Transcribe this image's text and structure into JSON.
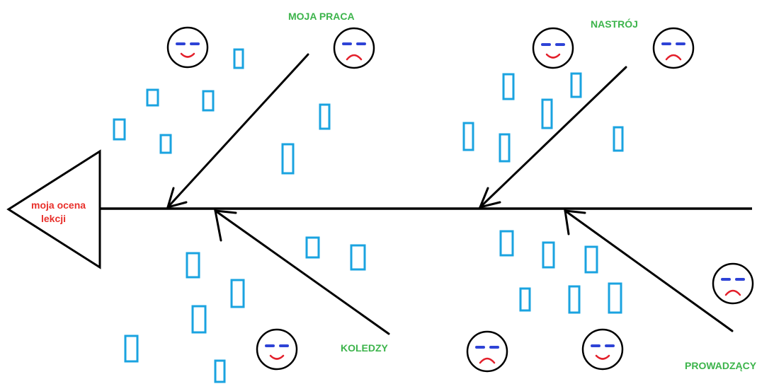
{
  "labels": {
    "head": [
      "moja ocena",
      "lekcji"
    ],
    "moja_praca": "MOJA PRACA",
    "nastroj": "NASTRÓJ",
    "koledzy": "KOLEDZY",
    "prowadzacy": "PROWADZĄCY"
  },
  "colors": {
    "line": "#000000",
    "head_text": "#e8302b",
    "category_text": "#3cb44b",
    "box": "#1aa3e0",
    "eyes": "#2e43d6",
    "mouth": "#e3202b"
  },
  "faces": [
    {
      "name": "face-moja-praca-happy",
      "mood": "happy"
    },
    {
      "name": "face-moja-praca-sad",
      "mood": "sad"
    },
    {
      "name": "face-nastroj-happy",
      "mood": "happy"
    },
    {
      "name": "face-nastroj-sad",
      "mood": "sad"
    },
    {
      "name": "face-koledzy-happy",
      "mood": "happy"
    },
    {
      "name": "face-prowadzacy-sad-1",
      "mood": "sad"
    },
    {
      "name": "face-prowadzacy-happy",
      "mood": "happy"
    },
    {
      "name": "face-prowadzacy-sad-2",
      "mood": "sad"
    }
  ]
}
